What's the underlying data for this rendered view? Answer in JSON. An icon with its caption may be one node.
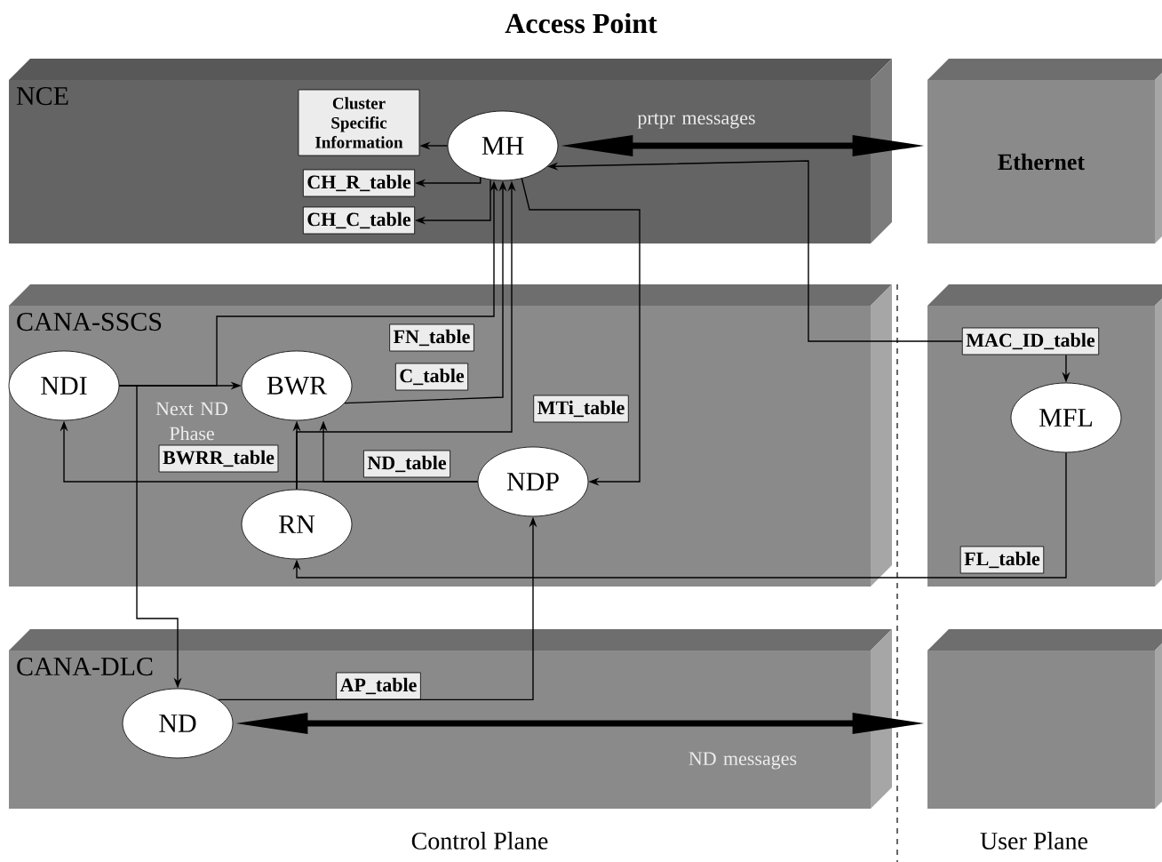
{
  "diagram": {
    "title": "Access Point",
    "nodes": [
      {
        "text": [
          "NCE"
        ]
      },
      {
        "text": [
          "Ethernet"
        ]
      },
      {
        "text": [
          "CANA-SSCS"
        ]
      },
      {
        "text": [],
        "shape": "box"
      },
      {
        "text": [
          "CANA-DLC"
        ]
      },
      {
        "text": [],
        "shape": "box"
      },
      {
        "text": [
          "Cluster Specific Information"
        ],
        "in": 0
      },
      {
        "text": [
          "MH"
        ],
        "in": 0
      },
      {
        "text": [
          "CH_R_table"
        ],
        "in": 0
      },
      {
        "text": [
          "CH_C_table"
        ],
        "in": 0
      },
      {
        "text": [
          "NDI"
        ],
        "in": 2
      },
      {
        "text": [
          "BWR"
        ],
        "in": 2
      },
      {
        "text": [
          "FN_table"
        ],
        "in": 2
      },
      {
        "text": [
          "C_table"
        ],
        "in": 2
      },
      {
        "text": [
          "MTi_table"
        ],
        "in": 2
      },
      {
        "text": [
          "BWRR_table"
        ],
        "in": 2
      },
      {
        "text": [
          "ND_table"
        ],
        "in": 2
      },
      {
        "text": [
          "NDP"
        ],
        "in": 2
      },
      {
        "text": [
          "RN"
        ],
        "in": 2
      },
      {
        "text": [
          "MAC_ID_table"
        ],
        "in": 3
      },
      {
        "text": [
          "MFL"
        ],
        "in": 3
      },
      {
        "text": [
          "FL_table"
        ],
        "in": 3
      },
      {
        "text": [
          "ND"
        ],
        "in": 4
      },
      {
        "text": [
          "AP_table"
        ],
        "in": 4
      }
    ],
    "edges": [
      {
        "from": 7,
        "to": 6,
        "arrow": "to"
      },
      {
        "from": 7,
        "to": 8,
        "arrow": "to"
      },
      {
        "from": 7,
        "to": 9,
        "arrow": "to"
      },
      {
        "from": 7,
        "to": 1,
        "arrow": "both",
        "style": "thick",
        "label": "prtpr messages"
      },
      {
        "from": 19,
        "to": 7,
        "arrow": "to"
      },
      {
        "from": 19,
        "to": 20,
        "arrow": "to"
      },
      {
        "from": 20,
        "to": 18,
        "arrow": "to"
      },
      {
        "from": 10,
        "to": 11,
        "arrow": "to",
        "label": "Next ND Phase"
      },
      {
        "from": 10,
        "to": 22,
        "arrow": "to"
      },
      {
        "from": 10,
        "to": 7,
        "arrow": "to"
      },
      {
        "from": 11,
        "to": 7,
        "arrow": "to"
      },
      {
        "from": 18,
        "to": 11,
        "arrow": "to"
      },
      {
        "from": 18,
        "to": 7,
        "arrow": "to"
      },
      {
        "from": 17,
        "to": 10,
        "arrow": "to"
      },
      {
        "from": 17,
        "to": 11,
        "arrow": "to"
      },
      {
        "from": 7,
        "to": 17,
        "arrow": "to"
      },
      {
        "from": 22,
        "to": 17,
        "arrow": "to"
      },
      {
        "from": 22,
        "to": 5,
        "arrow": "both",
        "style": "thick",
        "label": "ND messages"
      }
    ],
    "labels": [
      "Control Plane",
      "User Plane"
    ]
  }
}
